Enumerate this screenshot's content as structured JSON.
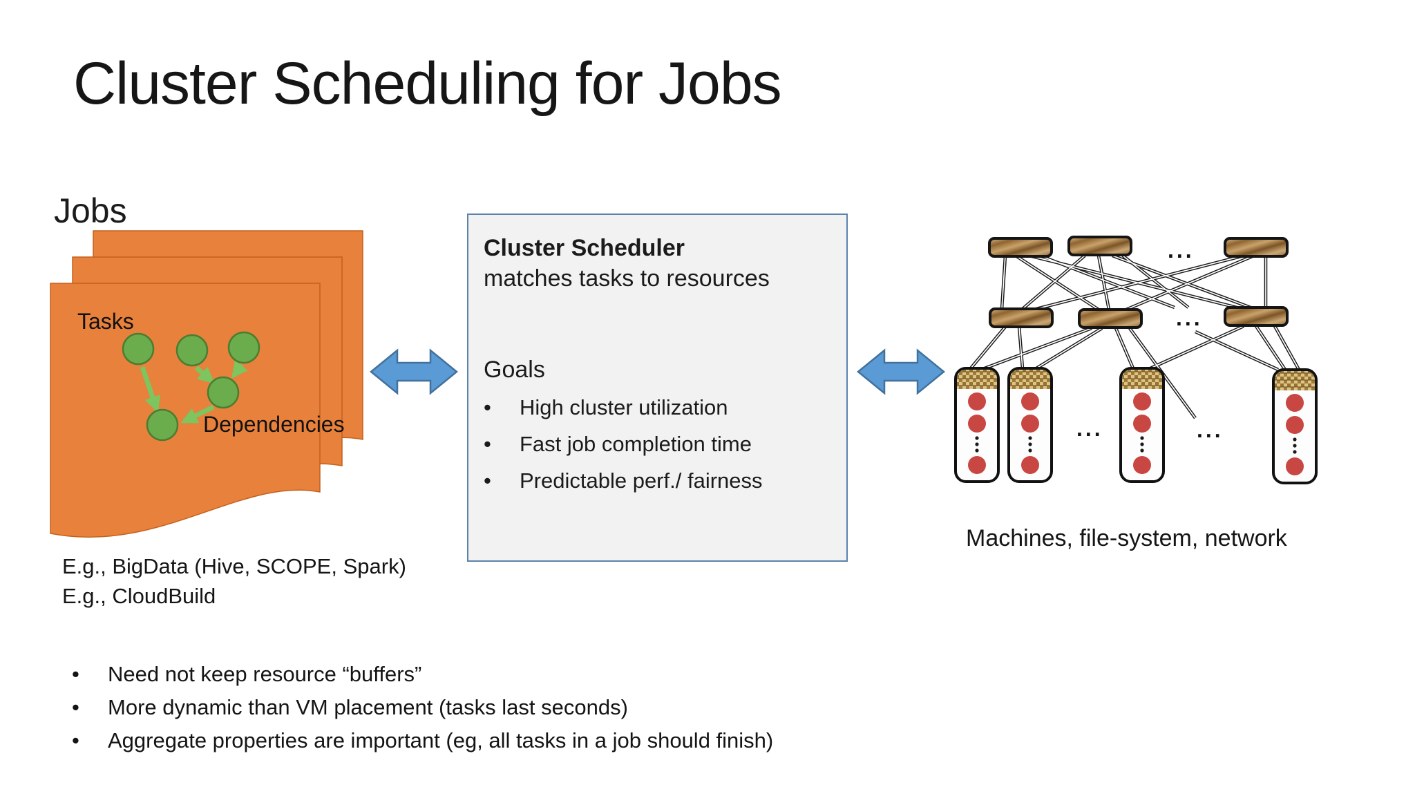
{
  "title": "Cluster Scheduling for Jobs",
  "jobs": {
    "heading": "Jobs",
    "tasks_label": "Tasks",
    "dependencies_label": "Dependencies",
    "example1": "E.g., BigData (Hive, SCOPE, Spark)",
    "example2": "E.g., CloudBuild"
  },
  "scheduler": {
    "title": "Cluster Scheduler",
    "subtitle": "matches tasks to resources",
    "goals_heading": "Goals",
    "goals": [
      "High cluster utilization",
      "Fast job completion time",
      "Predictable perf./ fairness"
    ]
  },
  "cluster": {
    "caption": "Machines, file-system, network",
    "ellipsis": "..."
  },
  "notes": [
    "Need not keep resource “buffers”",
    "More dynamic than VM placement (tasks last seconds)",
    "Aggregate properties are important (eg, all tasks in a job should finish)"
  ],
  "colors": {
    "page_orange": "#E8813B",
    "task_green": "#6BAD4D",
    "arrow_green": "#7CC55F",
    "link_blue": "#5B9BD5",
    "machine_red": "#C94742",
    "box_border": "#5B82AB",
    "box_bg": "#F2F2F2"
  }
}
